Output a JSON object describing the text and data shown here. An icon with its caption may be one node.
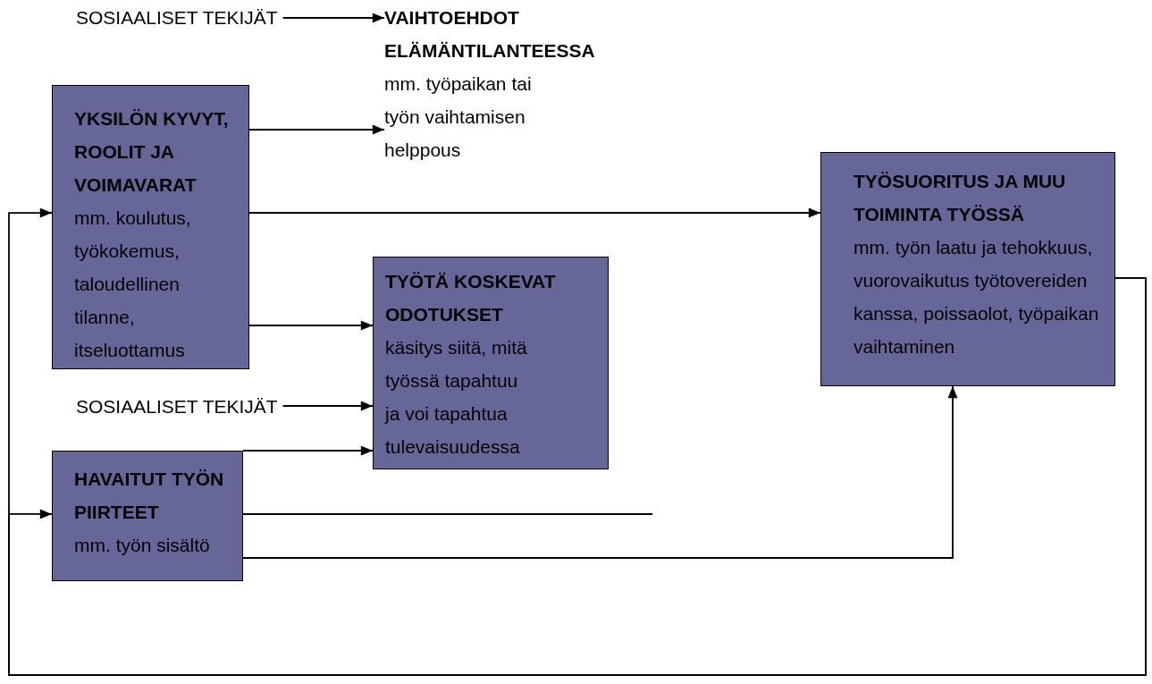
{
  "diagram": {
    "nodes": [
      {
        "text": [
          "SOSIAALISET TEKIJÄT"
        ]
      },
      {
        "text": [
          "VAIHTOEHDOT ELÄMÄNTILANTEESSA",
          "mm. työpaikan tai työn vaihtamisen helppous"
        ]
      },
      {
        "text": [
          "YKSILÖN KYVYT, ROOLIT JA VOIMAVARAT",
          "mm. koulutus, työkokemus, taloudellinen tilanne, itseluottamus"
        ]
      },
      {
        "text": [
          "TYÖSUORITUS JA MUU TOIMINTA TYÖSSÄ",
          "mm. työn laatu ja tehokkuus, vuorovaikutus työtovereiden kanssa, poissaolot, työpaikan vaihtaminen"
        ]
      },
      {
        "text": [
          "TYÖTÄ KOSKEVAT ODOTUKSET",
          "käsitys siitä, mitä työssä tapahtuu ja voi tapahtua tulevaisuudessa"
        ]
      },
      {
        "text": [
          "SOSIAALISET TEKIJÄT"
        ]
      },
      {
        "text": [
          "HAVAITUT TYÖN PIIRTEET",
          "mm. työn sisältö"
        ]
      }
    ],
    "edges": [
      {
        "from": 0,
        "to": 1,
        "arrow": "to"
      },
      {
        "from": 2,
        "to": 1,
        "arrow": "to"
      },
      {
        "from": 2,
        "to": 3,
        "arrow": "to"
      },
      {
        "from": 2,
        "to": 4,
        "arrow": "to"
      },
      {
        "from": 5,
        "to": 4,
        "arrow": "to"
      },
      {
        "from": 6,
        "to": 4,
        "arrow": "to"
      },
      {
        "from": 6,
        "to": null,
        "arrow": "none"
      },
      {
        "from": 6,
        "to": 3,
        "arrow": "to"
      },
      {
        "from": 3,
        "to": 2,
        "arrow": "to"
      },
      {
        "from": 3,
        "to": 6,
        "arrow": "to"
      }
    ]
  }
}
